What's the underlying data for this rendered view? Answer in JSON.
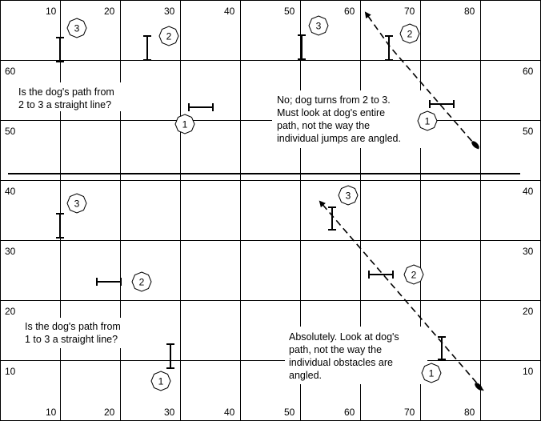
{
  "grid": {
    "top_labels": [
      "10",
      "20",
      "30",
      "40",
      "50",
      "60",
      "70",
      "80"
    ],
    "bottom_labels": [
      "10",
      "20",
      "30",
      "40",
      "50",
      "60",
      "70",
      "80"
    ],
    "side_labels_top_panel": [
      "60",
      "50"
    ],
    "side_labels_bottom_panel": [
      "40",
      "30",
      "20",
      "10"
    ]
  },
  "panels": {
    "top_left": {
      "question": [
        "Is the dog's path from",
        "2 to 3 a straight line?"
      ],
      "obstacles": [
        "1",
        "2",
        "3"
      ]
    },
    "top_right": {
      "answer": [
        "No; dog turns from 2 to 3.",
        "Must look at dog's entire",
        "path, not the way the",
        "individual jumps are angled."
      ],
      "obstacles": [
        "1",
        "2",
        "3"
      ]
    },
    "bottom_left": {
      "question": [
        "Is the dog's path from",
        "1 to 3 a straight line?"
      ],
      "obstacles": [
        "1",
        "2",
        "3"
      ]
    },
    "bottom_right": {
      "answer": [
        "Absolutely. Look at dog's",
        "path, not the way the",
        "individual obstacles are",
        "angled."
      ],
      "obstacles": [
        "1",
        "2",
        "3"
      ]
    }
  }
}
